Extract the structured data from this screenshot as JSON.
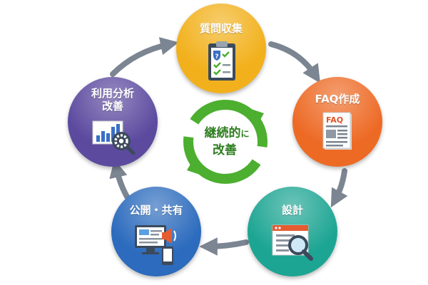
{
  "nodes": [
    {
      "id": "collect",
      "label": "質問収集",
      "color": "#f2b11c",
      "icon": "clipboard-check-icon"
    },
    {
      "id": "faq",
      "label": "FAQ作成",
      "color": "#ed6a25",
      "icon": "faq-document-icon"
    },
    {
      "id": "design",
      "label": "設計",
      "color": "#1da593",
      "icon": "magnifier-window-icon"
    },
    {
      "id": "publish",
      "label": "公開・共有",
      "color": "#2c6bbd",
      "icon": "monitor-megaphone-icon"
    },
    {
      "id": "improve",
      "label_line1": "利用分析",
      "label_line2": "改善",
      "color": "#5c4a9f",
      "icon": "chart-gear-icon"
    }
  ],
  "center": {
    "line1": "継続的",
    "small": "に",
    "line2": "改善",
    "color": "#4caf2f"
  },
  "arrow_color": "#7c8592",
  "faq_badge": "FAQ",
  "question_mark": "?"
}
